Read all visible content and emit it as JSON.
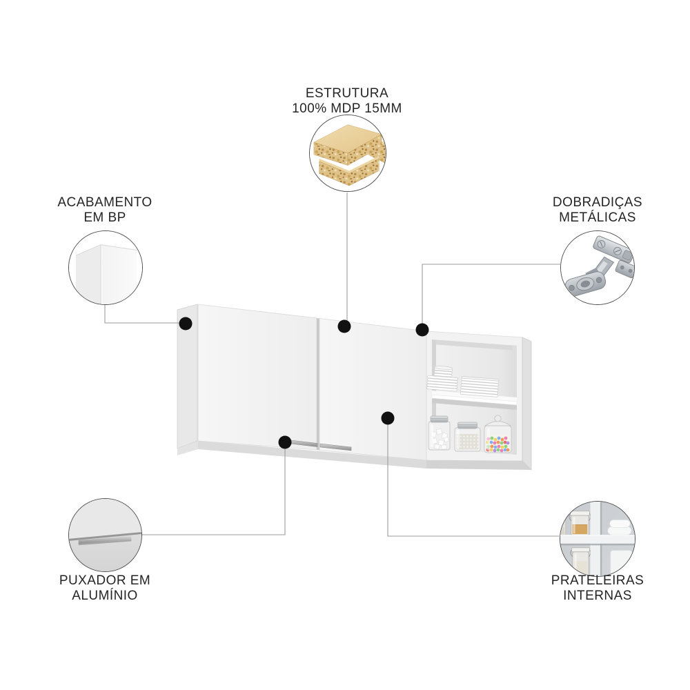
{
  "infographic": {
    "subject": "wall-cabinet-features",
    "background_color": "#ffffff",
    "text_color": "#242424",
    "connector_line_color": "#9b9b9b",
    "callout_dot_color": "#111111",
    "circle_border_color": "#4d4d4d",
    "cabinet_color": "#f3f3f3",
    "wood_color": "#e2c488",
    "candy_colors": [
      "#ee7fb4",
      "#8cd37f",
      "#7fb2ee",
      "#efd266",
      "#f0975f",
      "#e96f6f",
      "#b48fe0"
    ],
    "callouts": {
      "estrutura": {
        "line1": "ESTRUTURA",
        "line2": "100% MDP 15MM",
        "icon": "mdp-board-icon"
      },
      "acabamento": {
        "line1": "ACABAMENTO",
        "line2": "EM BP",
        "icon": "bp-finish-icon"
      },
      "dobradicas": {
        "line1": "DOBRADIÇAS",
        "line2": "METÁLICAS",
        "icon": "metal-hinge-icon"
      },
      "puxador": {
        "line1": "PUXADOR EM",
        "line2": "ALUMÍNIO",
        "icon": "aluminum-handle-icon"
      },
      "prateleiras": {
        "line1": "PRATELEIRAS",
        "line2": "INTERNAS",
        "icon": "internal-shelves-icon"
      }
    }
  }
}
